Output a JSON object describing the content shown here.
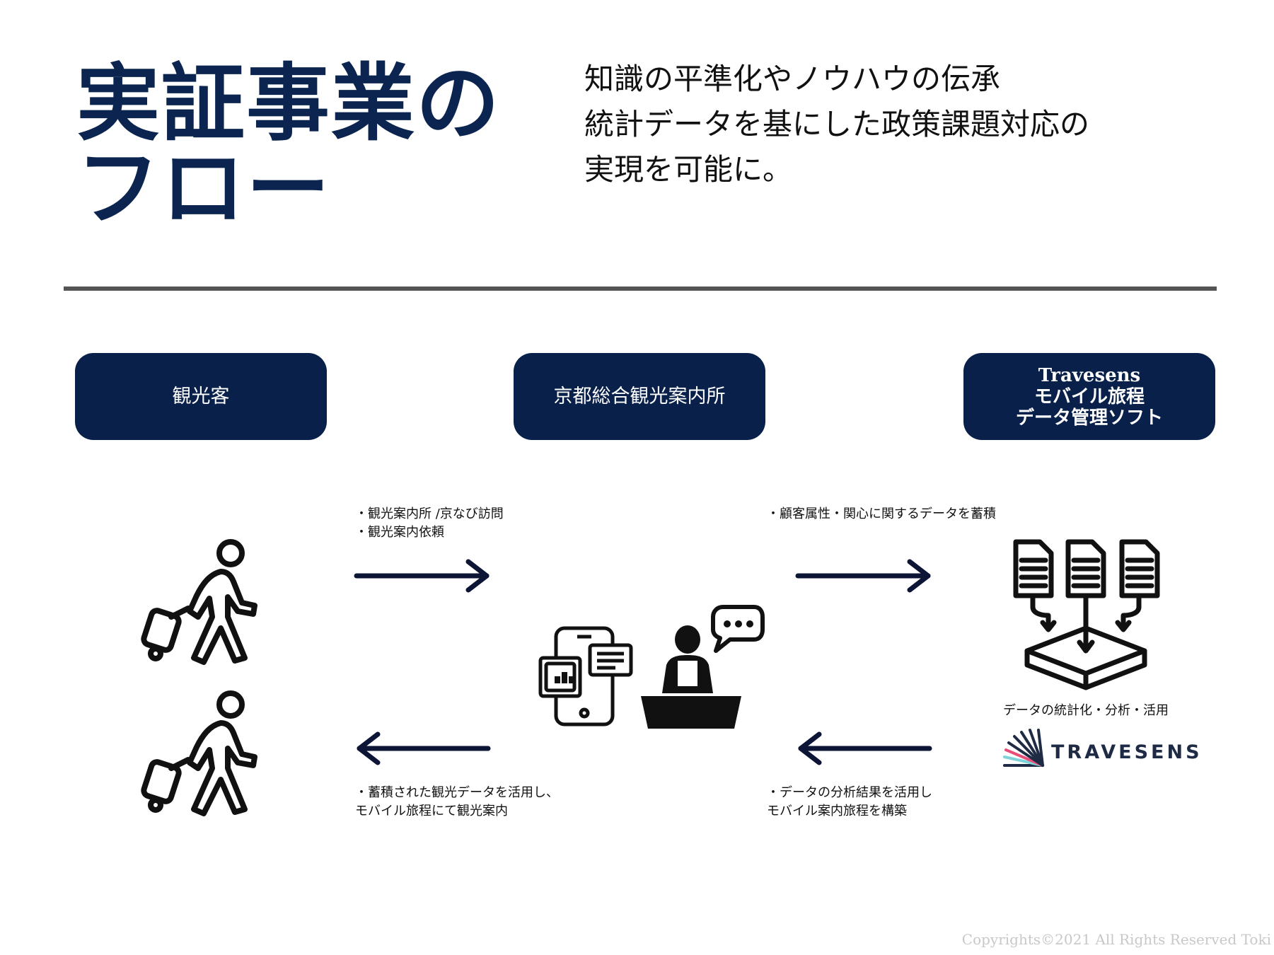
{
  "title": {
    "line1": "実証事業の",
    "line2": "フロー"
  },
  "subtitle": {
    "line1": "知識の平準化やノウハウの伝承",
    "line2": "統計データを基にした政策課題対応の",
    "line3": "実現を可能に。"
  },
  "nodes": {
    "tourist": {
      "label": "観光客"
    },
    "center": {
      "label": "京都総合観光案内所"
    },
    "software": {
      "line1": "Travesens",
      "line2": "モバイル旅程",
      "line3": "データ管理ソフト"
    }
  },
  "flows": {
    "tourist_to_center": {
      "line1": "・観光案内所 /京なび訪問",
      "line2": "・観光案内依頼"
    },
    "center_to_software": {
      "line1": "・顧客属性・関心に関するデータを蓄積"
    },
    "center_to_tourist": {
      "line1": "・蓄積された観光データを活用し、",
      "line2": "モバイル旅程にて観光案内"
    },
    "software_to_center": {
      "line1": "・データの分析結果を活用し",
      "line2": "モバイル案内旅程を構築"
    }
  },
  "software_caption": "データの統計化・分析・活用",
  "brand": {
    "name": "TRAVESENS",
    "colors": [
      "#1f2a44",
      "#e8507a",
      "#7fd3d8"
    ]
  },
  "icons": [
    "traveler-icon",
    "smartphone-icon",
    "receptionist-icon",
    "chat-bubble-icon",
    "documents-to-database-icon",
    "arrow-right-icon",
    "arrow-left-icon",
    "travesens-logo-icon"
  ],
  "colors": {
    "title": "#0b2550",
    "box": "#08204a",
    "arrow": "#0c1535",
    "divider": "#555555"
  },
  "copyright": "Copyrights©2021 All Rights Reserved Toki"
}
